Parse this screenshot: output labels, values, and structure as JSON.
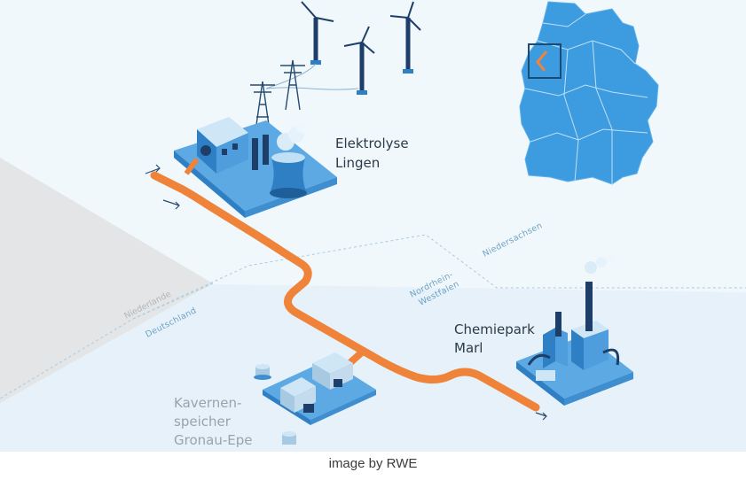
{
  "diagram": {
    "sites": {
      "electrolysis": [
        "Elektrolyse",
        "Lingen"
      ],
      "chemiepark": [
        "Chemiepark",
        "Marl"
      ],
      "storage": [
        "Kavernen-",
        "speicher",
        "Gronau-Epe"
      ]
    },
    "regions": {
      "niedersachsen": "Niedersachsen",
      "nrw": [
        "Nordrhein-",
        "Westfalen"
      ],
      "deutschland": "Deutschland",
      "niederlande": "Niederlande"
    },
    "colors": {
      "pipeline": "#f0833a",
      "germany_map": "#3d9be0",
      "facility_blue": "#2f7fc4",
      "background": "#eef6fb",
      "netherlands": "#e3e5e6"
    },
    "icons": [
      "wind-turbine-icon",
      "power-pylon-icon",
      "factory-icon",
      "cooling-tower-icon",
      "storage-tank-icon",
      "flow-arrow-icon"
    ]
  },
  "caption": "image by RWE"
}
